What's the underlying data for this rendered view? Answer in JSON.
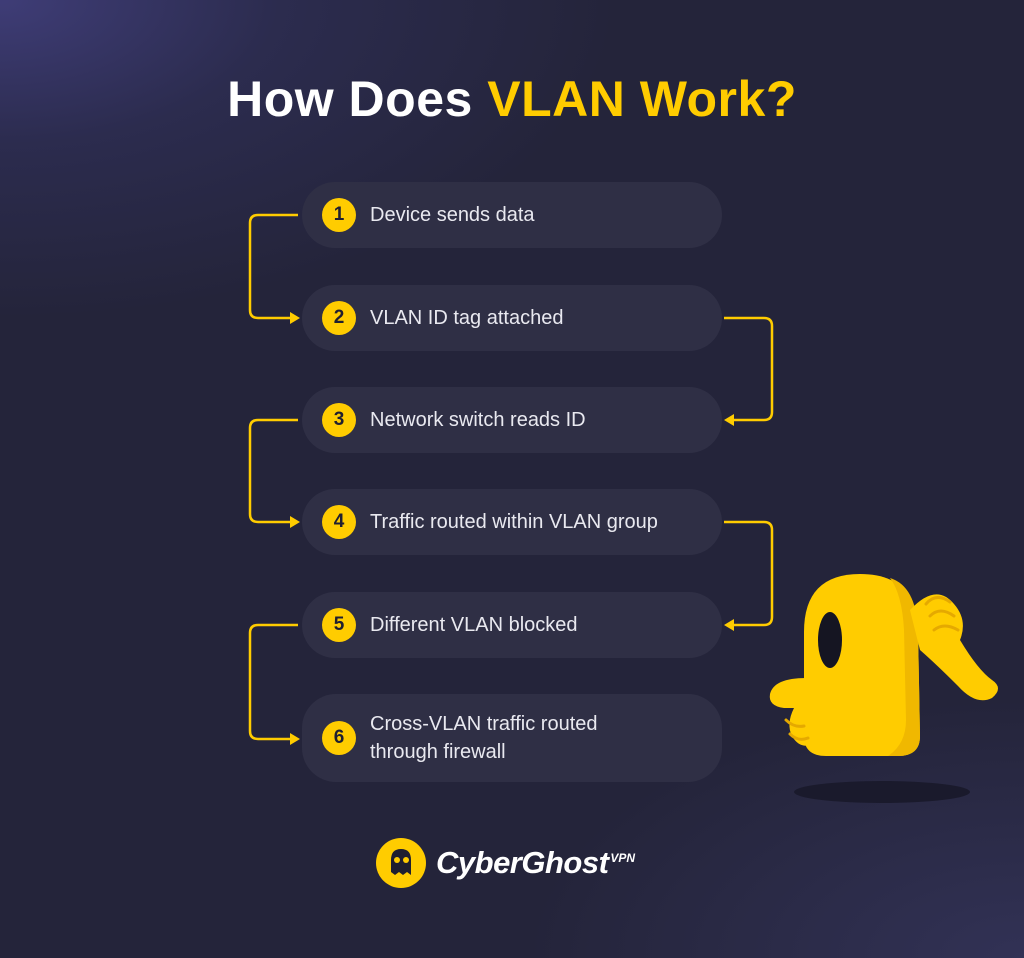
{
  "title": {
    "prefix": "How Does ",
    "highlight": "VLAN Work?"
  },
  "steps": [
    {
      "number": "1",
      "label": "Device sends data"
    },
    {
      "number": "2",
      "label": "VLAN ID tag attached"
    },
    {
      "number": "3",
      "label": "Network switch reads ID"
    },
    {
      "number": "4",
      "label": "Traffic routed within VLAN group"
    },
    {
      "number": "5",
      "label": "Different VLAN blocked"
    },
    {
      "number": "6",
      "label": "Cross-VLAN traffic routed\nthrough firewall"
    }
  ],
  "brand": {
    "name": "CyberGhost",
    "suffix": "VPN"
  },
  "colors": {
    "accent": "#ffcc00",
    "background": "#24243a",
    "pill": "#2f2f45",
    "text": "#ffffff"
  },
  "icons": {
    "mascot": "ghost-mascot-icon",
    "logo": "ghost-logo-icon"
  }
}
